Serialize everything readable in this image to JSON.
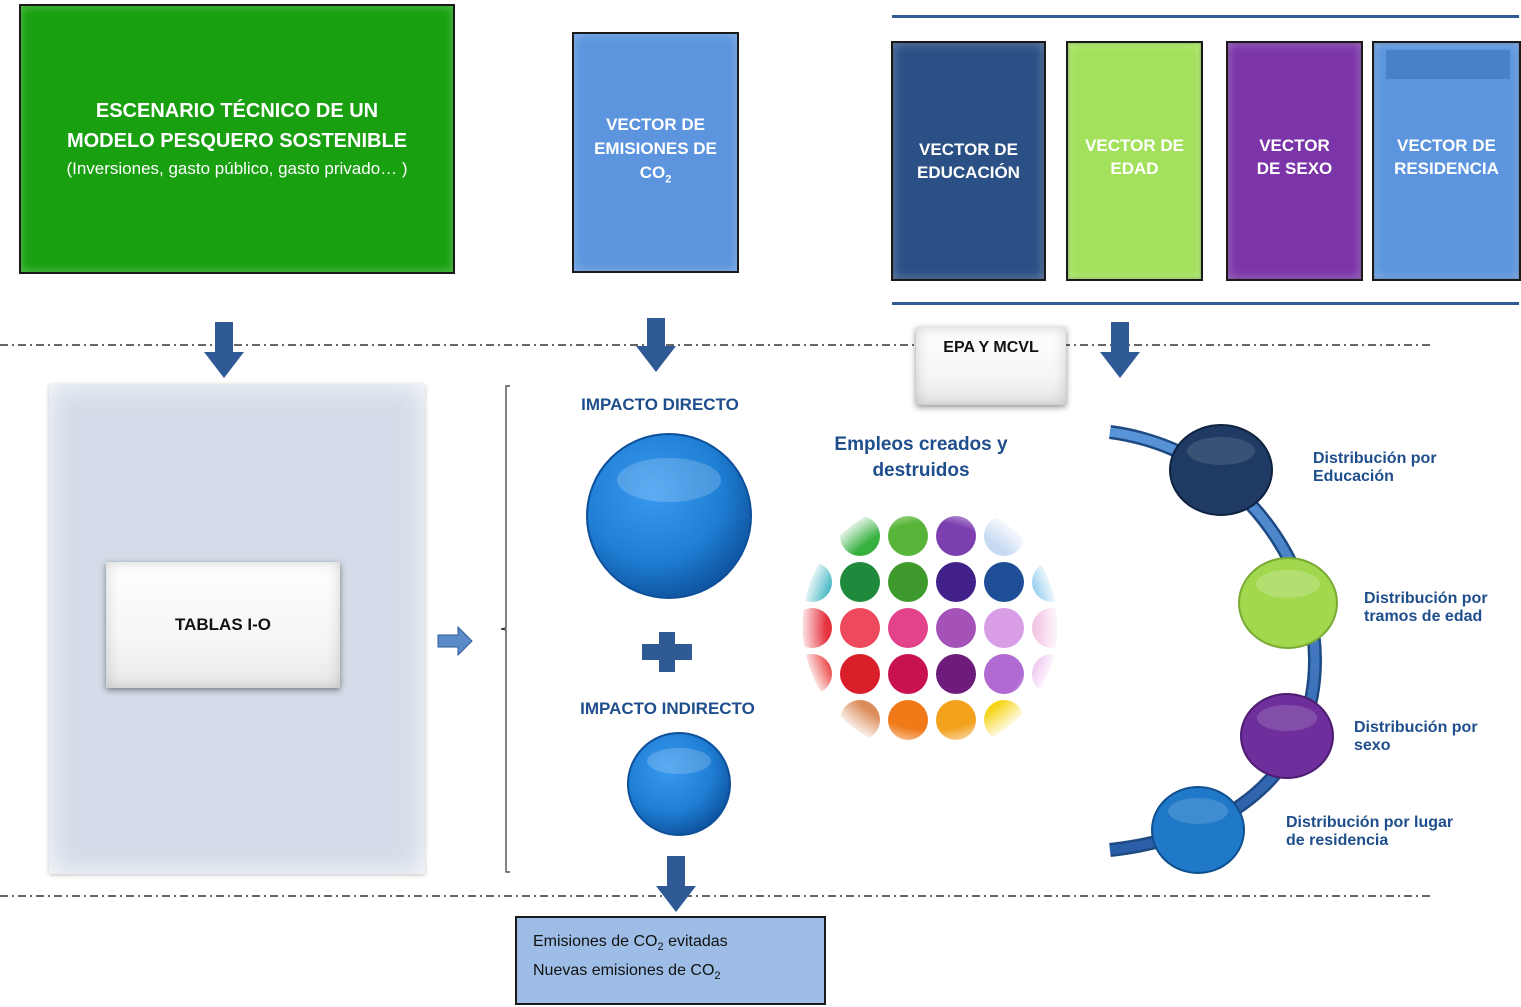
{
  "top_green": {
    "title_line1": "ESCENARIO TÉCNICO DE UN",
    "title_line2": "MODELO PESQUERO SOSTENIBLE",
    "subtitle": "(Inversiones, gasto público, gasto privado… )"
  },
  "vector_co2": {
    "line1": "VECTOR DE",
    "line2": "EMISIONES DE",
    "line3": "CO",
    "sub": "2"
  },
  "vectors": [
    {
      "label": "VECTOR DE\nEDUCACIÓN",
      "color": "#2b5085"
    },
    {
      "label": "VECTOR DE\nEDAD",
      "color": "#a3e15c"
    },
    {
      "label": "VECTOR\nDE SEXO",
      "color": "#7b35a8"
    },
    {
      "label": "VECTOR DE\nRESIDENCIA",
      "color": "#5c95dd"
    }
  ],
  "epa_label": "EPA Y MCVL",
  "tablas_label": "TABLAS I-O",
  "impacto_directo": "IMPACTO DIRECTO",
  "impacto_indirecto": "IMPACTO INDIRECTO",
  "empleos_label_line1": "Empleos creados y",
  "empleos_label_line2": "destruidos",
  "distributions": [
    {
      "label": "Distribución por\nEducación",
      "color": "#1f3a63"
    },
    {
      "label": "Distribución por\ntramos de edad",
      "color": "#a1d84e"
    },
    {
      "label": "Distribución por\nsexo",
      "color": "#6e2f9c"
    },
    {
      "label": "Distribución por lugar\nde residencia",
      "color": "#1f78c8"
    }
  ],
  "bottom_box": {
    "line1_pre": "Emisiones de CO",
    "line1_sub": "2",
    "line1_post": " evitadas",
    "line2_pre": "Nuevas emisiones de CO",
    "line2_sub": "2"
  },
  "colors": {
    "green": "#19a010",
    "arrow": "#2f5a96",
    "co2_box": "#5c95dd",
    "io_panel": "#d3dce8",
    "bottom_box": "#9dbde6",
    "circle_blue": "#1f7fd4"
  }
}
